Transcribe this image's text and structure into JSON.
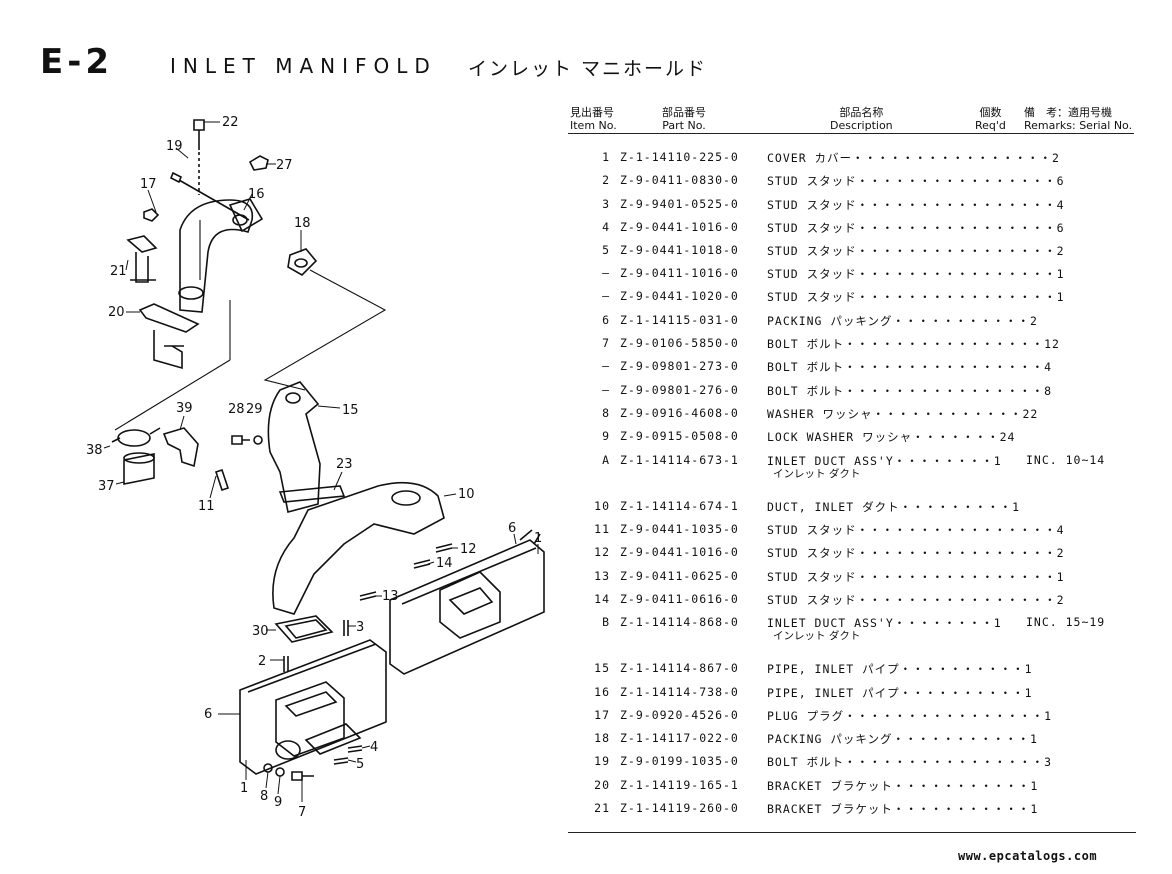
{
  "header": {
    "code": "E-2",
    "title": "INLET MANIFOLD",
    "title_jp": "インレット マニホールド"
  },
  "columns": {
    "item_no_jp": "見出番号",
    "item_no": "Item No.",
    "part_no_jp": "部品番号",
    "part_no": "Part No.",
    "description_jp": "部品名称",
    "description": "Description",
    "reqd_jp": "個数",
    "reqd": "Req'd",
    "remarks_jp": "備　考：適用号機",
    "remarks": "Remarks: Serial No."
  },
  "parts": [
    {
      "item": "1",
      "part_no": "Z-1-14110-225-0",
      "description": "COVER カバー・・・・・・・・・・・・・・・・2",
      "remarks": ""
    },
    {
      "item": "2",
      "part_no": "Z-9-0411-0830-0",
      "description": "STUD スタッド・・・・・・・・・・・・・・・・6",
      "remarks": ""
    },
    {
      "item": "3",
      "part_no": "Z-9-9401-0525-0",
      "description": "STUD スタッド・・・・・・・・・・・・・・・・4",
      "remarks": ""
    },
    {
      "item": "4",
      "part_no": "Z-9-0441-1016-0",
      "description": "STUD スタッド・・・・・・・・・・・・・・・・6",
      "remarks": ""
    },
    {
      "item": "5",
      "part_no": "Z-9-0441-1018-0",
      "description": "STUD スタッド・・・・・・・・・・・・・・・・2",
      "remarks": ""
    },
    {
      "item": "–",
      "part_no": "Z-9-0411-1016-0",
      "description": "STUD スタッド・・・・・・・・・・・・・・・・1",
      "remarks": ""
    },
    {
      "item": "–",
      "part_no": "Z-9-0441-1020-0",
      "description": "STUD スタッド・・・・・・・・・・・・・・・・1",
      "remarks": ""
    },
    {
      "item": "6",
      "part_no": "Z-1-14115-031-0",
      "description": "PACKING パッキング・・・・・・・・・・・2",
      "remarks": ""
    },
    {
      "item": "7",
      "part_no": "Z-9-0106-5850-0",
      "description": "BOLT ボルト・・・・・・・・・・・・・・・・12",
      "remarks": ""
    },
    {
      "item": "–",
      "part_no": "Z-9-09801-273-0",
      "description": "BOLT ボルト・・・・・・・・・・・・・・・・4",
      "remarks": ""
    },
    {
      "item": "–",
      "part_no": "Z-9-09801-276-0",
      "description": "BOLT ボルト・・・・・・・・・・・・・・・・8",
      "remarks": ""
    },
    {
      "item": "8",
      "part_no": "Z-9-0916-4608-0",
      "description": "WASHER ワッシャ・・・・・・・・・・・・22",
      "remarks": ""
    },
    {
      "item": "9",
      "part_no": "Z-9-0915-0508-0",
      "description": "LOCK WASHER ワッシャ・・・・・・・24",
      "remarks": ""
    },
    {
      "item": "A",
      "part_no": "Z-1-14114-673-1",
      "description": "INLET DUCT ASS'Y・・・・・・・・1",
      "description2": "インレット ダクト",
      "remarks": "INC. 10~14"
    },
    {
      "item": "10",
      "part_no": "Z-1-14114-674-1",
      "description": "DUCT, INLET ダクト・・・・・・・・・1",
      "remarks": ""
    },
    {
      "item": "11",
      "part_no": "Z-9-0441-1035-0",
      "description": "STUD スタッド・・・・・・・・・・・・・・・・4",
      "remarks": ""
    },
    {
      "item": "12",
      "part_no": "Z-9-0441-1016-0",
      "description": "STUD スタッド・・・・・・・・・・・・・・・・2",
      "remarks": ""
    },
    {
      "item": "13",
      "part_no": "Z-9-0411-0625-0",
      "description": "STUD スタッド・・・・・・・・・・・・・・・・1",
      "remarks": ""
    },
    {
      "item": "14",
      "part_no": "Z-9-0411-0616-0",
      "description": "STUD スタッド・・・・・・・・・・・・・・・・2",
      "remarks": ""
    },
    {
      "item": "B",
      "part_no": "Z-1-14114-868-0",
      "description": "INLET DUCT ASS'Y・・・・・・・・1",
      "description2": "インレット ダクト",
      "remarks": "INC. 15~19"
    },
    {
      "item": "15",
      "part_no": "Z-1-14114-867-0",
      "description": "PIPE, INLET パイプ・・・・・・・・・・1",
      "remarks": ""
    },
    {
      "item": "16",
      "part_no": "Z-1-14114-738-0",
      "description": "PIPE, INLET パイプ・・・・・・・・・・1",
      "remarks": ""
    },
    {
      "item": "17",
      "part_no": "Z-9-0920-4526-0",
      "description": "PLUG プラグ・・・・・・・・・・・・・・・・1",
      "remarks": ""
    },
    {
      "item": "18",
      "part_no": "Z-1-14117-022-0",
      "description": "PACKING パッキング・・・・・・・・・・・1",
      "remarks": ""
    },
    {
      "item": "19",
      "part_no": "Z-9-0199-1035-0",
      "description": "BOLT ボルト・・・・・・・・・・・・・・・・3",
      "remarks": ""
    },
    {
      "item": "20",
      "part_no": "Z-1-14119-165-1",
      "description": "BRACKET ブラケット・・・・・・・・・・・1",
      "remarks": ""
    },
    {
      "item": "21",
      "part_no": "Z-1-14119-260-0",
      "description": "BRACKET ブラケット・・・・・・・・・・・1",
      "remarks": ""
    }
  ],
  "diagram": {
    "callouts": [
      "22",
      "19",
      "27",
      "17",
      "16",
      "18",
      "21",
      "20",
      "39",
      "28",
      "29",
      "15",
      "38",
      "23",
      "37",
      "11",
      "10",
      "6",
      "1",
      "12",
      "14",
      "13",
      "30",
      "3",
      "2",
      "6",
      "4",
      "5",
      "1",
      "8",
      "9",
      "7"
    ]
  },
  "footer": {
    "watermark": "www.epcatalogs.com"
  }
}
